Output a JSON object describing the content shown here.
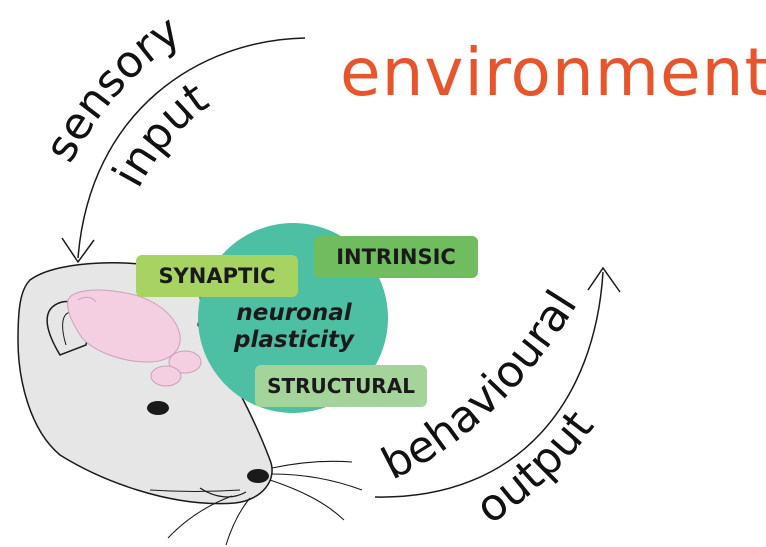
{
  "environment_label": "environment",
  "sensory": {
    "line1": "sensory",
    "line2": "input"
  },
  "behavioural": {
    "line1": "behavioural",
    "line2": "output"
  },
  "plasticity": {
    "line1": "neuronal",
    "line2": "plasticity",
    "types": {
      "synaptic": "SYNAPTIC",
      "intrinsic": "INTRINSIC",
      "structural": "STRUCTURAL"
    }
  },
  "colors": {
    "environment": "#e8542b",
    "circle": "#4dbfa3",
    "synaptic": "#a7d363",
    "intrinsic": "#6fbd5e",
    "structural": "#a4d49a",
    "rat_body": "#e6e6e6",
    "brain": "#f4cfe2"
  }
}
